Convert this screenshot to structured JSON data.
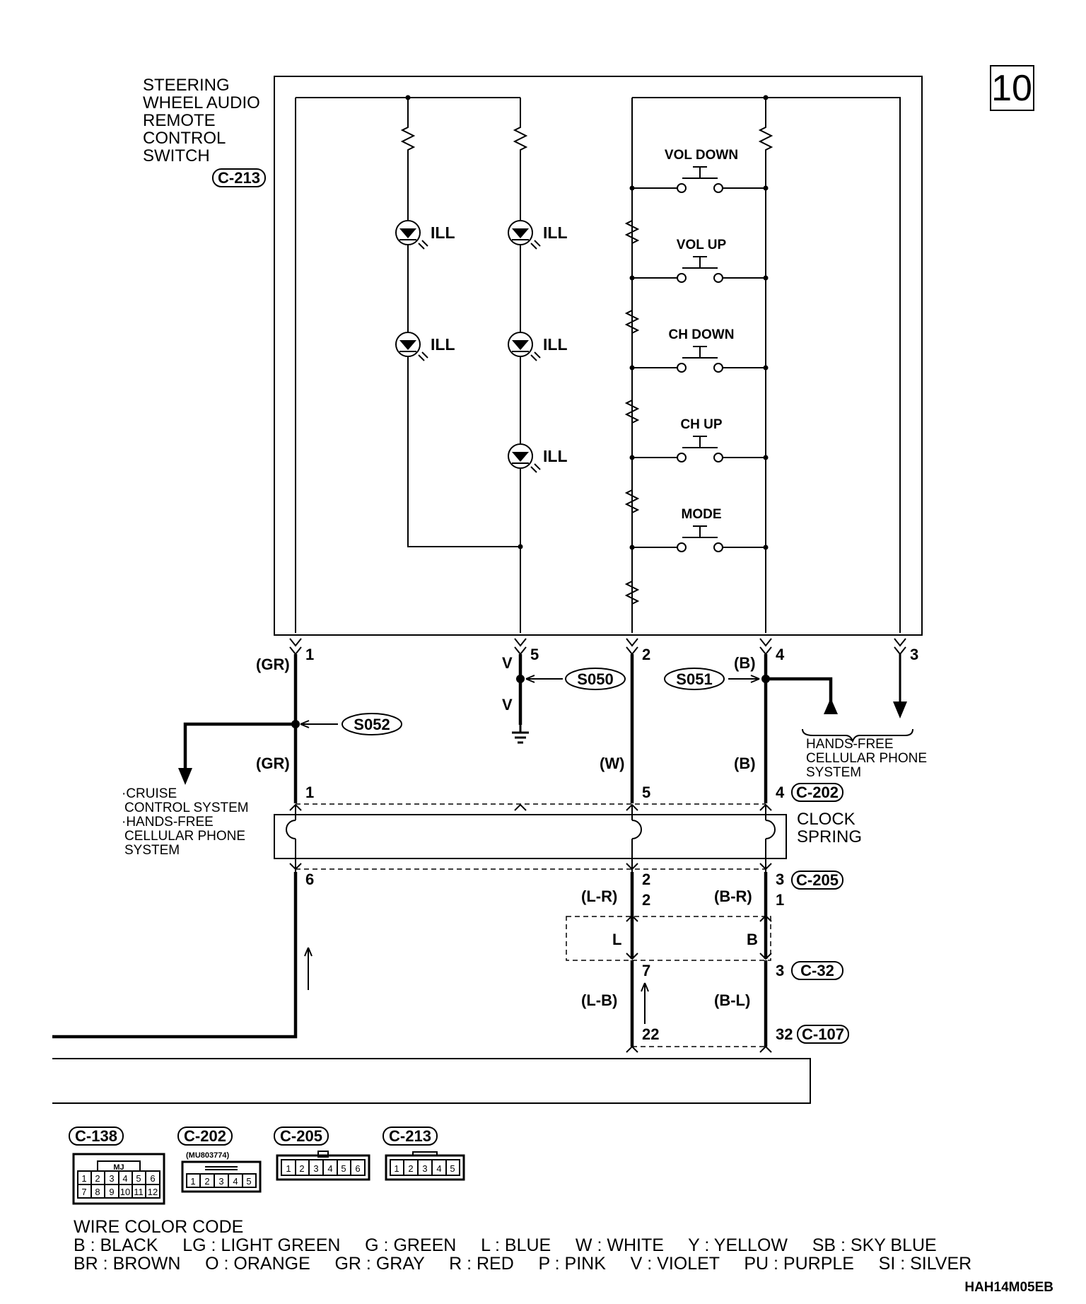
{
  "page_number": "10",
  "component": {
    "name_lines": [
      "STEERING",
      "WHEEL AUDIO",
      "REMOTE",
      "CONTROL",
      "SWITCH"
    ],
    "connector": "C-213"
  },
  "ill_label": "ILL",
  "switches": [
    "VOL  DOWN",
    "VOL  UP",
    "CH  DOWN",
    "CH  UP",
    "MODE"
  ],
  "pins": {
    "p1": "1",
    "p5": "5",
    "p2": "2",
    "p4": "4",
    "p3": "3",
    "cs_in_1": "1",
    "cs_in_5": "5",
    "cs_in_4": "4",
    "cs_out_6": "6",
    "cs_out_2": "2",
    "cs_out_3": "3",
    "c32_in_2": "2",
    "c32_in_1": "1",
    "c32_out_7": "7",
    "c32_out_3": "3",
    "c107_22": "22",
    "c107_32": "32"
  },
  "wire_colors": {
    "gr_top": "(GR)",
    "gr_mid": "(GR)",
    "v_top": "V",
    "v_mid": "V",
    "b_top": "(B)",
    "w_mid": "(W)",
    "b_mid": "(B)",
    "lr": "(L-R)",
    "br": "(B-R)",
    "l_inner": "L",
    "b_inner": "B",
    "lb": "(L-B)",
    "bl": "(B-L)"
  },
  "splices": {
    "s050": "S050",
    "s051": "S051",
    "s052": "S052"
  },
  "destinations": {
    "hands_free_right": [
      "HANDS-FREE",
      "CELLULAR PHONE",
      "SYSTEM"
    ],
    "left_list": [
      "·CRUISE",
      "CONTROL SYSTEM",
      "·HANDS-FREE",
      "CELLULAR PHONE",
      "SYSTEM"
    ]
  },
  "clock_spring": [
    "CLOCK",
    "SPRING"
  ],
  "connectors_inline": {
    "c202": "C-202",
    "c205": "C-205",
    "c32": "C-32",
    "c107": "C-107"
  },
  "connector_views": [
    {
      "id": "C-138",
      "tag": "MJ",
      "pins": [
        "1",
        "2",
        "3",
        "4",
        "5",
        "6",
        "7",
        "8",
        "9",
        "10",
        "11",
        "12"
      ]
    },
    {
      "id": "C-202",
      "part": "(MU803774)",
      "pins": [
        "1",
        "2",
        "3",
        "4",
        "5"
      ]
    },
    {
      "id": "C-205",
      "pins": [
        "1",
        "2",
        "3",
        "4",
        "5",
        "6"
      ]
    },
    {
      "id": "C-213",
      "pins": [
        "1",
        "2",
        "3",
        "4",
        "5"
      ]
    }
  ],
  "wire_color_code": {
    "title": "WIRE COLOR CODE",
    "row1": "B : BLACK     LG : LIGHT GREEN     G : GREEN     L : BLUE     W : WHITE     Y : YELLOW     SB : SKY BLUE",
    "row2": "BR : BROWN     O : ORANGE     GR : GRAY     R : RED     P : PINK     V : VIOLET     PU : PURPLE     SI : SILVER"
  },
  "figure_code": "HAH14M05EB"
}
